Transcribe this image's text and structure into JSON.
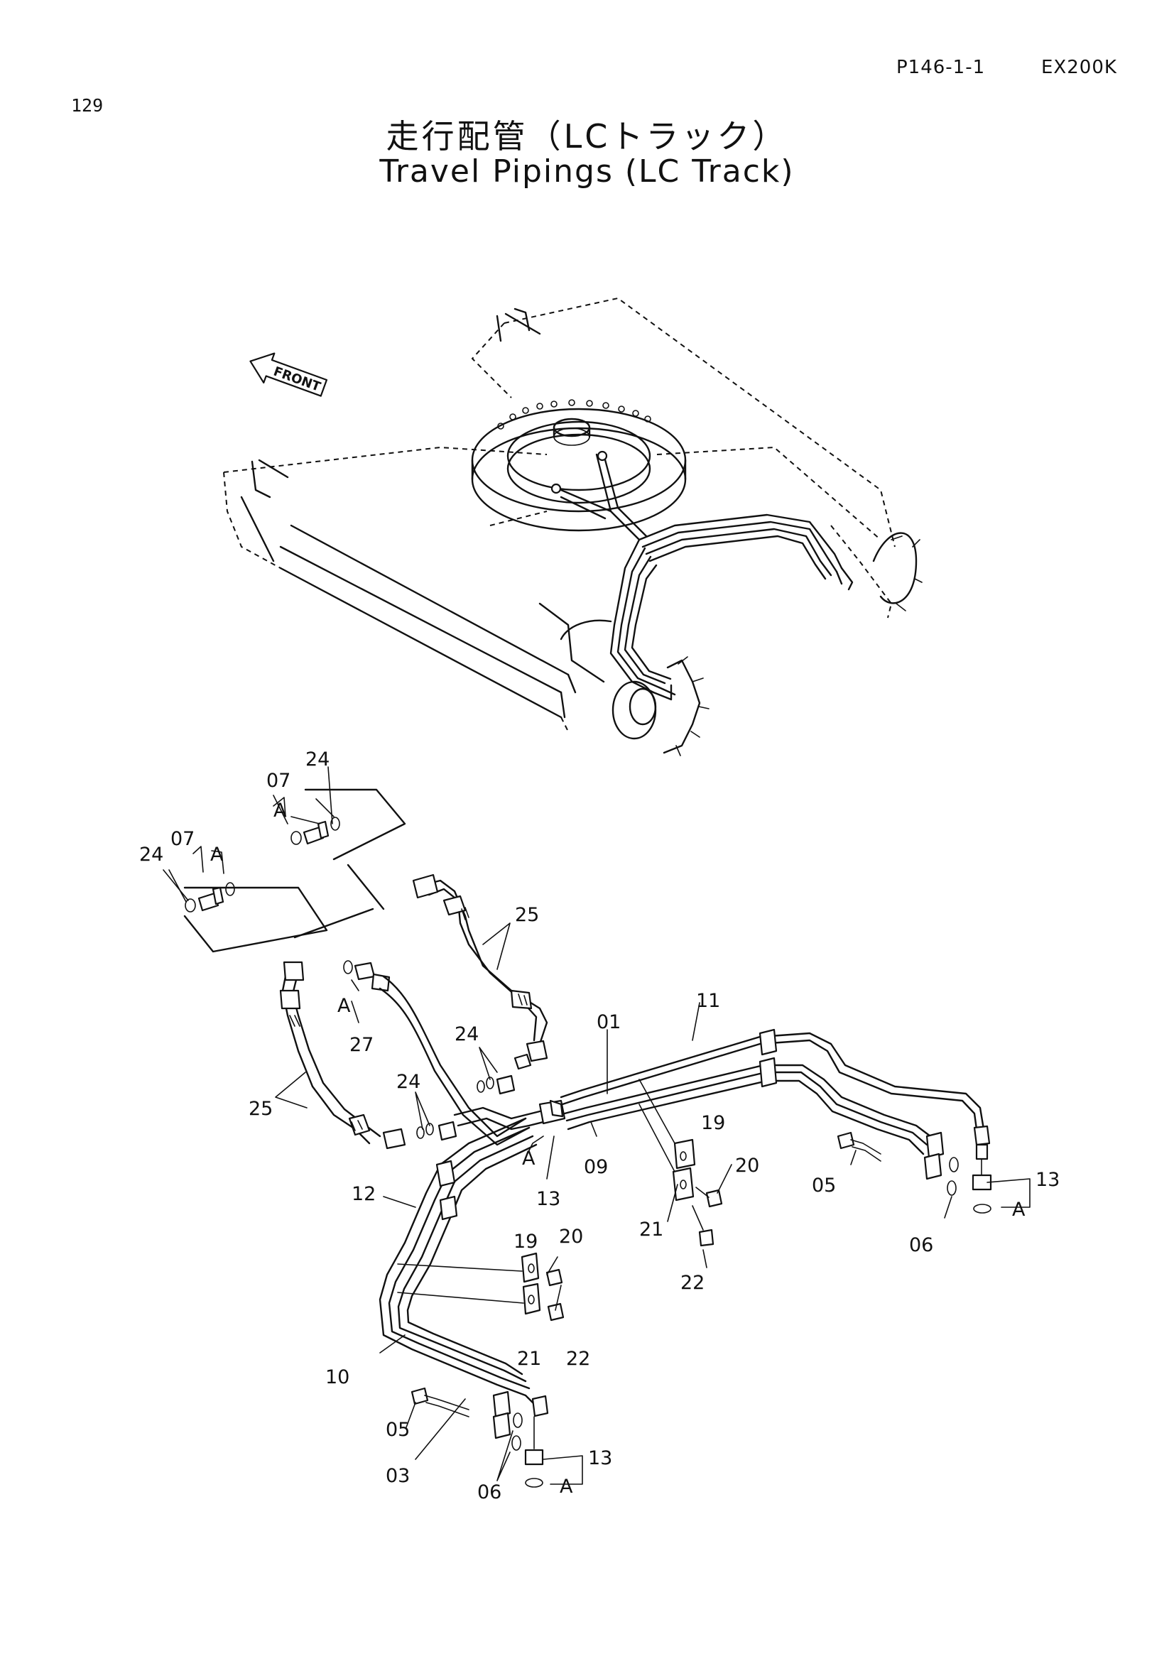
{
  "header": {
    "page_number": "129",
    "reference": "P146-1-1",
    "model": "EX200K",
    "title_jp": "走行配管（LCトラック）",
    "title_en": "Travel Pipings (LC Track)"
  },
  "diagram": {
    "front_arrow": "FRONT",
    "callouts": [
      {
        "key": "c24a",
        "text": "24"
      },
      {
        "key": "c07a",
        "text": "07"
      },
      {
        "key": "cAa",
        "text": "A"
      },
      {
        "key": "c07b",
        "text": "07"
      },
      {
        "key": "c24b",
        "text": "24"
      },
      {
        "key": "cAb",
        "text": "A"
      },
      {
        "key": "c25a",
        "text": "25"
      },
      {
        "key": "c25b",
        "text": "25"
      },
      {
        "key": "c27",
        "text": "27"
      },
      {
        "key": "cAc",
        "text": "A"
      },
      {
        "key": "c24c",
        "text": "24"
      },
      {
        "key": "c24d",
        "text": "24"
      },
      {
        "key": "c11",
        "text": "11"
      },
      {
        "key": "c01",
        "text": "01"
      },
      {
        "key": "c09",
        "text": "09"
      },
      {
        "key": "cAd",
        "text": "A"
      },
      {
        "key": "c13a",
        "text": "13"
      },
      {
        "key": "c19a",
        "text": "19"
      },
      {
        "key": "c20a",
        "text": "20"
      },
      {
        "key": "c21a",
        "text": "21"
      },
      {
        "key": "c22a",
        "text": "22"
      },
      {
        "key": "c05a",
        "text": "05"
      },
      {
        "key": "c06a",
        "text": "06"
      },
      {
        "key": "c13b",
        "text": "13"
      },
      {
        "key": "cAe",
        "text": "A"
      },
      {
        "key": "c12",
        "text": "12"
      },
      {
        "key": "c19b",
        "text": "19"
      },
      {
        "key": "c20b",
        "text": "20"
      },
      {
        "key": "c21b",
        "text": "21"
      },
      {
        "key": "c22b",
        "text": "22"
      },
      {
        "key": "c10",
        "text": "10"
      },
      {
        "key": "c05b",
        "text": "05"
      },
      {
        "key": "c03",
        "text": "03"
      },
      {
        "key": "c06b",
        "text": "06"
      },
      {
        "key": "c13c",
        "text": "13"
      },
      {
        "key": "cAf",
        "text": "A"
      }
    ]
  }
}
